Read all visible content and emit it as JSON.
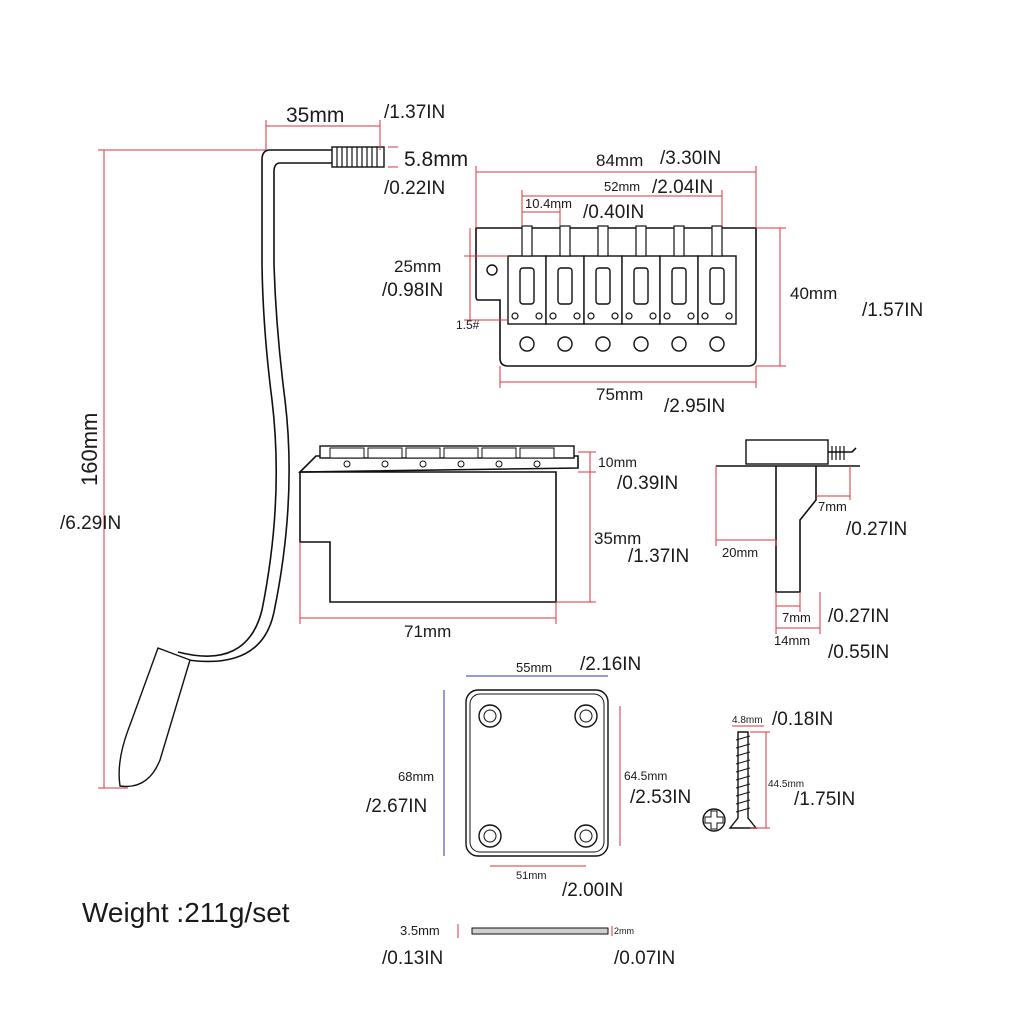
{
  "labels": {
    "arm_width_mm": "35mm",
    "arm_width_in": "/1.37IN",
    "thread_mm": "5.8mm",
    "thread_in": "/0.22IN",
    "arm_length_mm": "160mm",
    "arm_length_in": "/6.29IN",
    "plate_width_mm": "84mm",
    "plate_width_in": "/3.30IN",
    "span_mm": "52mm",
    "span_in": "/2.04IN",
    "spacing_mm": "10.4mm",
    "spacing_in": "/0.40IN",
    "saddle_mm": "25mm",
    "saddle_in": "/0.98IN",
    "plate_depth_mm": "40mm",
    "plate_depth_in": "/1.57IN",
    "hex": "1.5#",
    "holes_mm": "75mm",
    "holes_in": "/2.95IN",
    "top_h_mm": "10mm",
    "top_h_in": "/0.39IN",
    "block_h_mm": "35mm",
    "block_h_in": "/1.37IN",
    "block_w_mm": "71mm",
    "side_7a_mm": "7mm",
    "side_7a_in": "/0.27IN",
    "side_20_mm": "20mm",
    "side_7b_mm": "7mm",
    "side_7b_in": "/0.27IN",
    "side_14_mm": "14mm",
    "side_14_in": "/0.55IN",
    "np_w_mm": "55mm",
    "np_w_in": "/2.16IN",
    "np_h_mm": "68mm",
    "np_h_in": "/2.67IN",
    "np_hole_h_mm": "64.5mm",
    "np_hole_h_in": "/2.53IN",
    "np_hole_w_mm": "51mm",
    "np_hole_w_in": "/2.00IN",
    "screw_d_mm": "4.8mm",
    "screw_d_in": "/0.18IN",
    "screw_l_mm": "44.5mm",
    "screw_l_in": "/1.75IN",
    "weight": "Weight :211g/set",
    "shim_w_mm": "3.5mm",
    "shim_w_in": "/0.13IN",
    "shim_t_mm": "2mm",
    "shim_t_in": "/0.07IN"
  },
  "colors": {
    "dimension_line": "#d9363e",
    "nameplate_dimension_line": "#2b3aa8",
    "outline": "#111111"
  },
  "icons": [
    "tremolo-arm-icon",
    "bridge-plate-icon",
    "tremolo-block-icon",
    "side-profile-icon",
    "neck-plate-icon",
    "screw-icon",
    "screw-head-icon",
    "shim-icon"
  ]
}
